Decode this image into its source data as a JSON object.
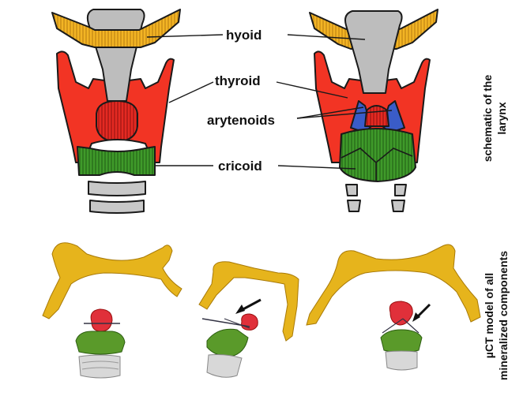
{
  "labels": {
    "hyoid": "hyoid",
    "thyroid": "thyroid",
    "arytenoids": "arytenoids",
    "cricoid": "cricoid"
  },
  "side_labels": {
    "schematic_line1": "schematic of the",
    "schematic_line2": "larynx",
    "uct_line1": "µCT model of all",
    "uct_line2": "mineralized components"
  },
  "colors": {
    "hyoid": "#f0b020",
    "epiglottis": "#bcbcbc",
    "thyroid": "#f03024",
    "arytenoid": "#3a5cc8",
    "cricoid": "#3f9a2a",
    "trachea": "#c8c8c8",
    "uct_hyoid": "#e8b820",
    "uct_red": "#e0303a",
    "uct_green": "#5a9a2a"
  }
}
